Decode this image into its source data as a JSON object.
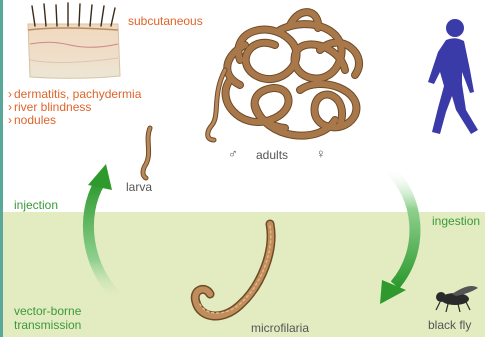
{
  "colors": {
    "bottom_band": "#e3ecc1",
    "worm": "#a8784a",
    "worm_dark": "#6e4a26",
    "arrow_green": "#3aa83a",
    "human": "#3a3aa8",
    "orange_text": "#e0642a",
    "green_text": "#3a9a3a"
  },
  "labels": {
    "subcutaneous": "subcutaneous",
    "adults": "adults",
    "male_symbol": "♂",
    "female_symbol": "♀",
    "larva": "larva",
    "injection": "injection",
    "ingestion": "ingestion",
    "vector_borne_line1": "vector-borne",
    "vector_borne_line2": "transmission",
    "microfilaria": "microfilaria",
    "black_fly": "black fly"
  },
  "diseases": [
    "dermatitis, pachydermia",
    "river blindness",
    "nodules"
  ],
  "icons": {
    "skin": "skin-cross-section-icon",
    "human": "walking-human-icon",
    "fly": "black-fly-icon"
  }
}
